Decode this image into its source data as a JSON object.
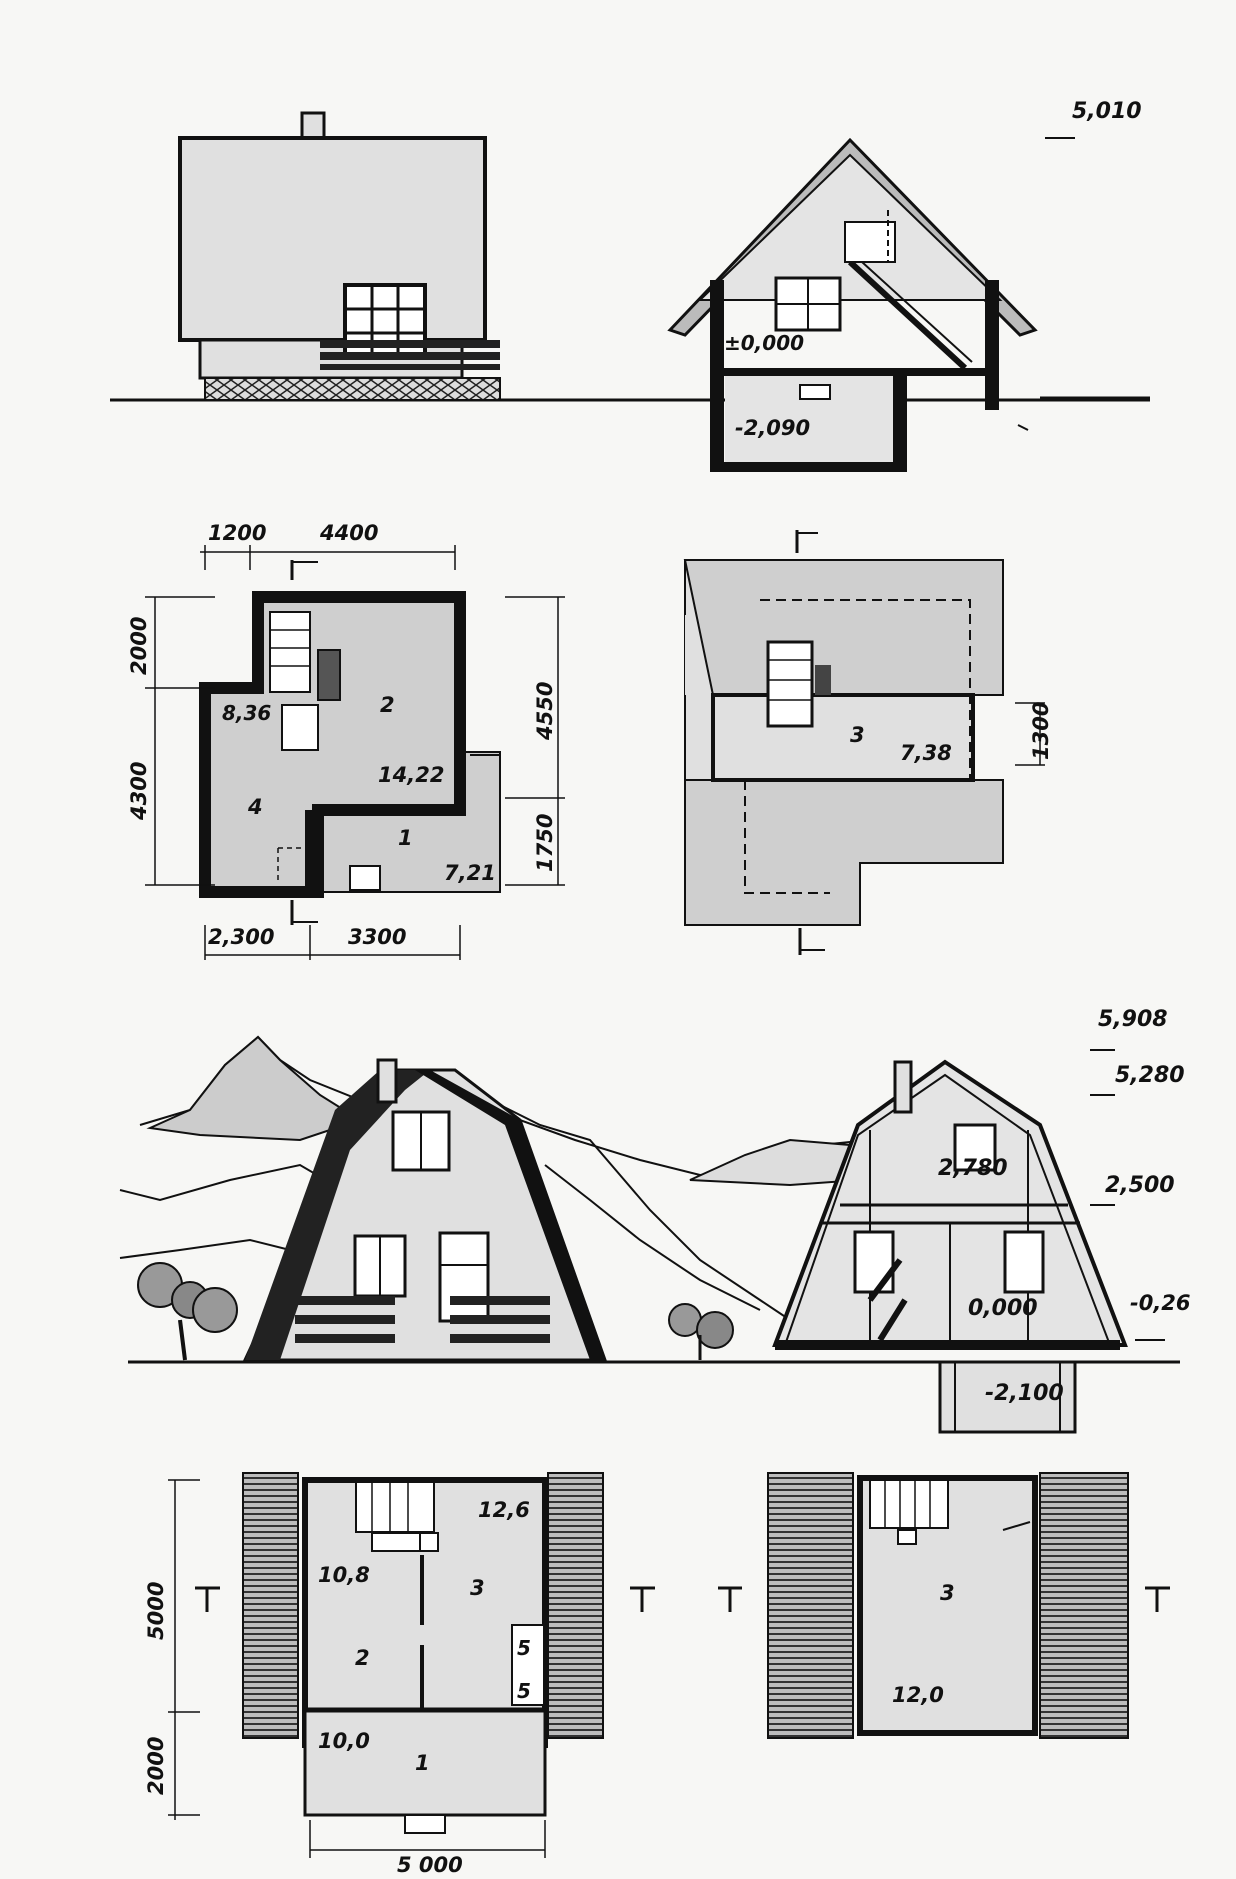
{
  "house_a": {
    "elevation": {},
    "section": {
      "levels": {
        "roof_top": "5,010",
        "floor": "±0,000",
        "cellar": "-2,090"
      }
    },
    "ground_plan": {
      "dims": {
        "top_left": "1200",
        "top_right": "4400",
        "bottom_left": "2,300",
        "bottom_right": "3300",
        "left_upper": "2000",
        "left_lower": "4300",
        "right_upper": "4550",
        "right_lower": "1750"
      },
      "rooms": [
        {
          "number": "1",
          "area": "7,21"
        },
        {
          "number": "2",
          "area": "14,22"
        },
        {
          "number": "4",
          "area": "8,36"
        }
      ]
    },
    "attic_plan": {
      "dims": {
        "right": "1300"
      },
      "rooms": [
        {
          "number": "3",
          "area": "7,38"
        }
      ]
    }
  },
  "house_b": {
    "elevation": {},
    "section": {
      "levels": {
        "ridge": "5,908",
        "collar": "5,280",
        "upper_floor": "2,500",
        "upper_height": "2,780",
        "floor": "0,000",
        "ground": "-0,26",
        "cellar": "-2,100"
      }
    },
    "ground_plan": {
      "dims": {
        "left_upper": "5000",
        "left_lower": "2000",
        "bottom": "5 000"
      },
      "rooms": [
        {
          "number": "1",
          "area": "10,0"
        },
        {
          "number": "2",
          "area": "10,8"
        },
        {
          "number": "3",
          "area": "12,6"
        },
        {
          "number": "5",
          "area": ""
        },
        {
          "number": "5",
          "area": ""
        }
      ]
    },
    "attic_plan": {
      "rooms": [
        {
          "number": "3",
          "area": "12,0"
        }
      ]
    }
  }
}
